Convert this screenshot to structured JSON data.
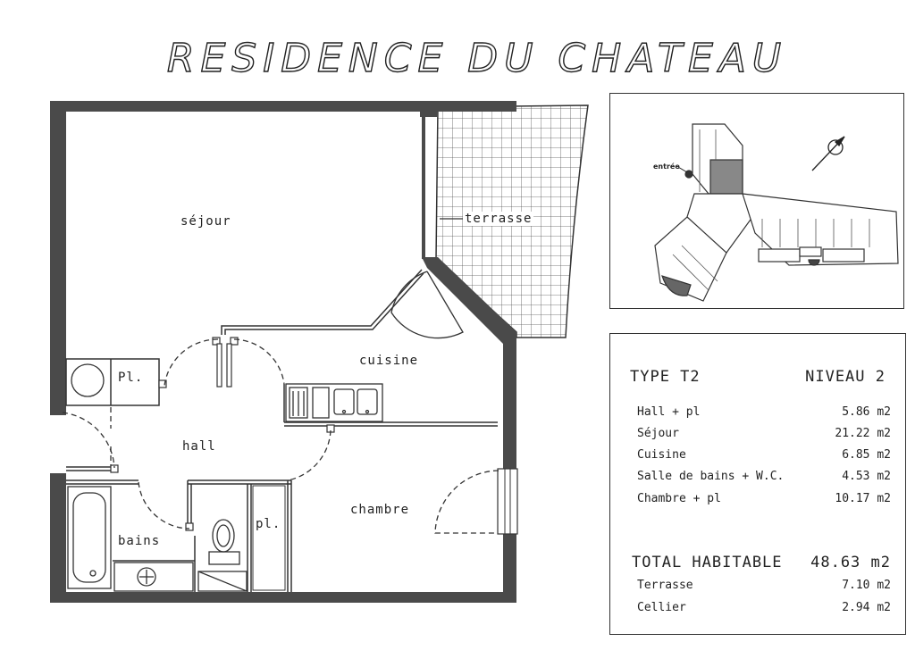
{
  "title": "RESIDENCE DU CHATEAU",
  "plan": {
    "rooms": {
      "sejour": "séjour",
      "terrasse": "terrasse",
      "cuisine": "cuisine",
      "placard_1": "Pl.",
      "hall": "hall",
      "chambre": "chambre",
      "bains": "bains",
      "placard_2": "pl."
    }
  },
  "site_plan": {
    "entrance_label": "entrée"
  },
  "summary": {
    "type_label": "TYPE  T2",
    "level_label": "NIVEAU 2",
    "rows": [
      {
        "label": "Hall + pl",
        "value": "5.86 m2"
      },
      {
        "label": "Séjour",
        "value": "21.22 m2"
      },
      {
        "label": "Cuisine",
        "value": "6.85 m2"
      },
      {
        "label": "Salle de bains + W.C.",
        "value": "4.53 m2"
      },
      {
        "label": "Chambre + pl",
        "value": "10.17 m2"
      }
    ],
    "total": {
      "label": "TOTAL HABITABLE",
      "value": "48.63 m2"
    },
    "extras": [
      {
        "label": "Terrasse",
        "value": "7.10 m2"
      },
      {
        "label": "Cellier",
        "value": "2.94 m2"
      }
    ]
  },
  "colors": {
    "wall": "#4a4a4a",
    "line": "#333333"
  }
}
